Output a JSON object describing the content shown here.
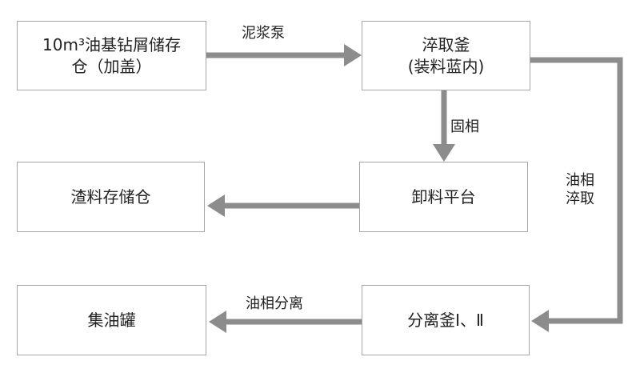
{
  "nodes": {
    "storage": {
      "label": "10m³油基钻屑储存\n仓（加盖）"
    },
    "extraction": {
      "label": "淬取釜\n(装料蓝内)"
    },
    "unloading": {
      "label": "卸料平台"
    },
    "slag": {
      "label": "渣料存储仓"
    },
    "separator": {
      "label": "分离釜Ⅰ、Ⅱ"
    },
    "oiltank": {
      "label": "集油罐"
    }
  },
  "edges": {
    "mud_pump": {
      "label": "泥浆泵"
    },
    "solid_phase": {
      "label": "固相"
    },
    "oil_extraction": {
      "label": "油相\n淬取"
    },
    "oil_separation": {
      "label": "油相分离"
    }
  },
  "colors": {
    "arrow": "#8c8c8c",
    "border": "#a6a6a6",
    "text": "#222222"
  }
}
